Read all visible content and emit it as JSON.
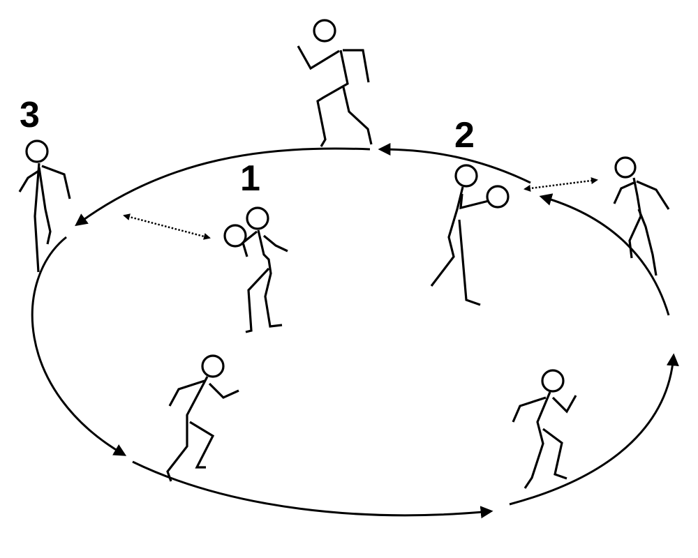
{
  "diagram": {
    "type": "drill-diagram",
    "labels": {
      "one": "1",
      "two": "2",
      "three": "3"
    },
    "colors": {
      "ink": "#000000",
      "background": "#ffffff"
    },
    "figures": [
      "runner-top",
      "runner-left-3",
      "player-1-with-ball",
      "player-2-with-ball",
      "runner-right",
      "runner-bottom-left",
      "runner-bottom-right"
    ]
  }
}
